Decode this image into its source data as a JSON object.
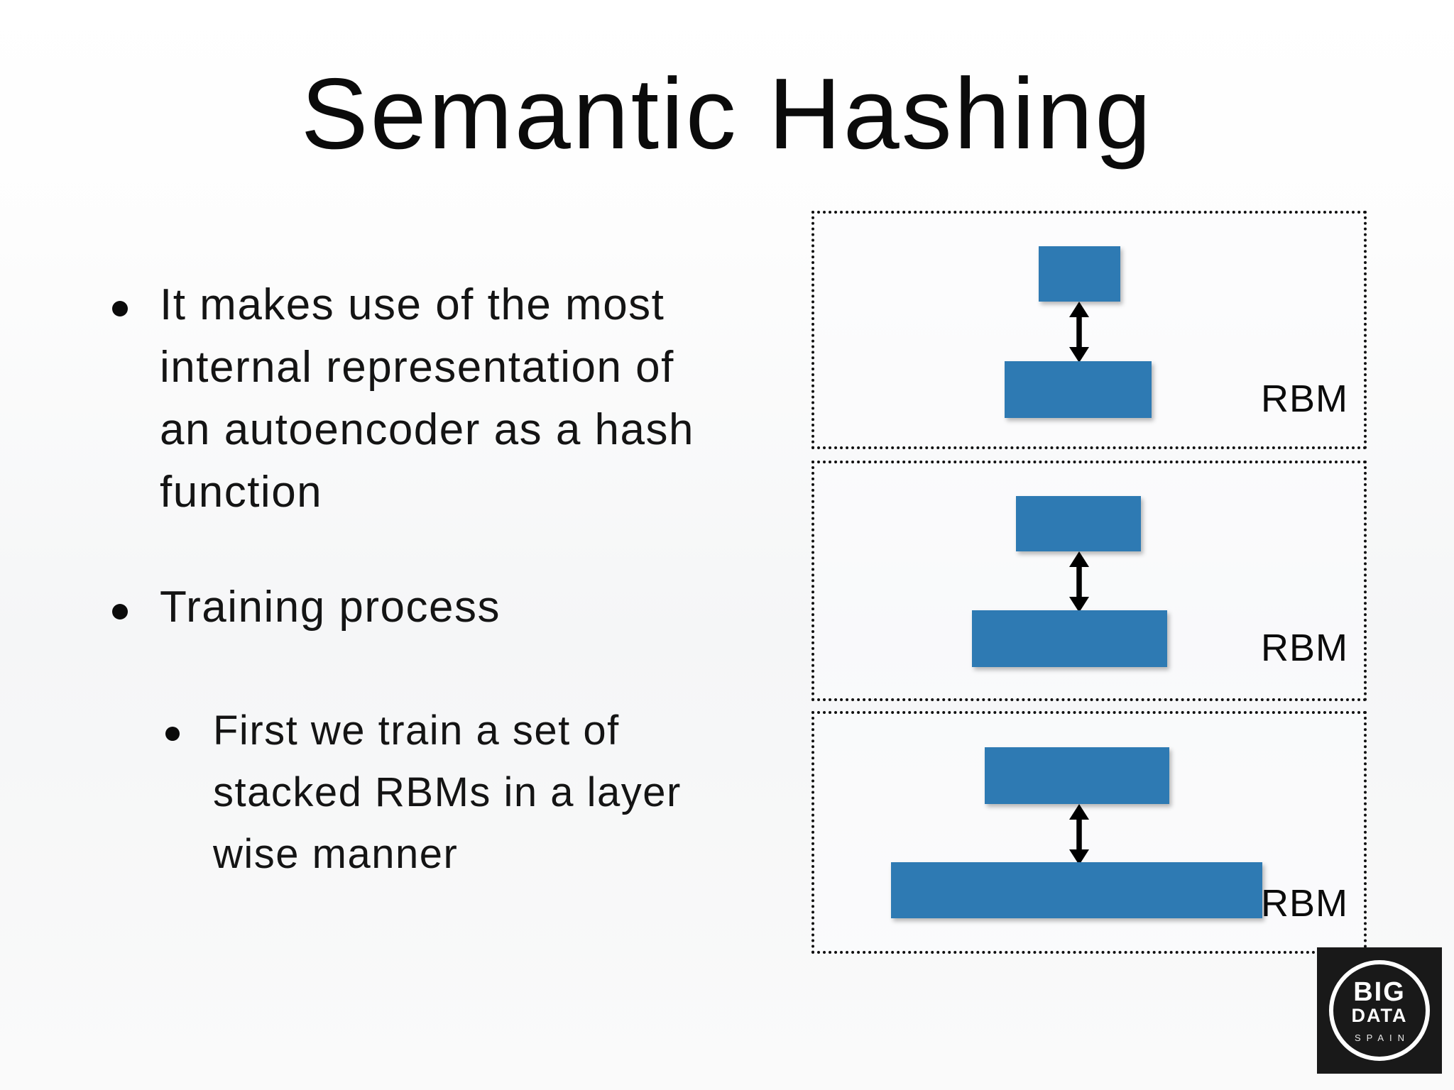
{
  "slide": {
    "title": "Semantic Hashing",
    "bullets": [
      {
        "lines": [
          "It makes use of the most",
          "internal representation of",
          "an autoencoder as a hash",
          "function"
        ]
      },
      {
        "lines": [
          "Training process"
        ]
      },
      {
        "lines": [
          "First we train a set of",
          "stacked RBMs in a layer",
          "wise manner"
        ]
      }
    ],
    "diagram": {
      "boxes": [
        {
          "label": "RBM"
        },
        {
          "label": "RBM"
        },
        {
          "label": "RBM"
        }
      ],
      "colors": {
        "layer_blue": "#2e7ab3",
        "border_black": "#111111"
      }
    },
    "logo": {
      "word1": "BIG",
      "word2": "DATA",
      "word3": "SPAIN"
    }
  }
}
